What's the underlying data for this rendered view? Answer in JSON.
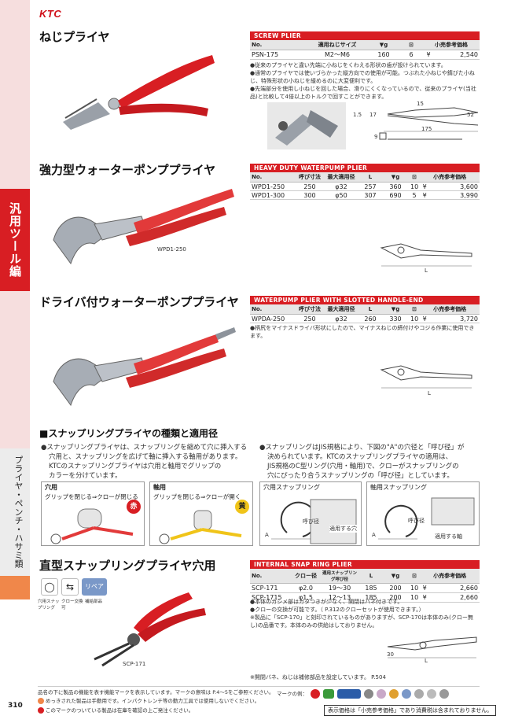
{
  "brand": "KTC",
  "sidebar": {
    "top": "汎用ツール編",
    "mid": "プライヤ・ペンチ・ハサミ類"
  },
  "page_number": "310",
  "sections": [
    {
      "title": "ねじプライヤ",
      "en": "SCREW PLIER",
      "headers": [
        "No.",
        "適用ねじサイズ",
        "g",
        "",
        "小売参考価格"
      ],
      "rows": [
        [
          "PSN-175",
          "M2〜M6",
          "160",
          "6",
          "¥",
          "2,540"
        ]
      ],
      "notes": [
        "●従来のプライヤと違い先端に小ねじをくわえる形状の歯が設けられています。",
        "●通常のプライヤでは使いづらかった縦方向での使用が可能。つぶれた小ねじや錆びた小ねじ、特殊形状の小ねじを緩めるのに大変便利です。",
        "●先端部分を使用し小ねじを回した場合、滑りにくくなっているので、従来のプライヤ(当社品)と比較して4倍以上のトルクで回すことができます。"
      ],
      "dims": [
        "15",
        "52",
        "175",
        "1.5",
        "17",
        "9"
      ]
    },
    {
      "title": "強力型ウォーターポンププライヤ",
      "en": "HEAVY DUTY WATERPUMP PLIER",
      "headers": [
        "No.",
        "呼び寸法",
        "最大適用径",
        "L",
        "g",
        "",
        "小売参考価格"
      ],
      "rows": [
        [
          "WPD1-250",
          "250",
          "φ32",
          "257",
          "360",
          "10",
          "¥",
          "3,600"
        ],
        [
          "WPD1-300",
          "300",
          "φ50",
          "307",
          "690",
          "5",
          "¥",
          "3,990"
        ]
      ],
      "img_label": "WPD1-250",
      "dim": "L"
    },
    {
      "title": "ドライバ付ウォーターポンププライヤ",
      "en": "WATERPUMP PLIER WITH SLOTTED HANDLE-END",
      "headers": [
        "No.",
        "呼び寸法",
        "最大適用径",
        "L",
        "g",
        "",
        "小売参考価格"
      ],
      "rows": [
        [
          "WPDA-250",
          "250",
          "φ32",
          "260",
          "330",
          "10",
          "¥",
          "3,720"
        ]
      ],
      "notes": [
        "●柄尻をマイナスドライバ形状にしたので、マイナスねじの締付けやコジる作業に使用できます。"
      ],
      "dim": "L"
    }
  ],
  "snap": {
    "head": "■スナップリングプライヤの種類と適用径",
    "left_text": [
      "●スナップリングプライヤは、スナップリングを縮めて穴に挿入する",
      "穴用と、スナップリングを広げて軸に挿入する軸用があります。",
      "KTCのスナップリングプライヤは穴用と軸用でグリップの",
      "カラーを分けています。"
    ],
    "right_text": [
      "●スナップリングはJIS規格により、下図の\"A\"の穴径と「呼び径」が",
      "決められています。KTCのスナップリングプライヤの適用は、",
      "JIS規格のC型リング(穴用・軸用)で、クローがスナップリングの",
      "穴にぴったり合うスナップリングの「呼び径」としています。"
    ],
    "kind_hole": {
      "t": "穴用",
      "s": "グリップを閉じる⇒クローが閉じる",
      "badge": "赤"
    },
    "kind_shaft": {
      "t": "軸用",
      "s": "グリップを閉じる⇒クローが開く",
      "badge": "黄"
    },
    "diag_hole": {
      "t": "穴用スナップリング",
      "a": "呼び径",
      "b": "適用する穴",
      "c": "A"
    },
    "diag_shaft": {
      "t": "軸用スナップリング",
      "a": "呼び径",
      "b": "適用する軸",
      "c": "A"
    }
  },
  "internal": {
    "title": "直型スナップリングプライヤ穴用",
    "en": "INTERNAL SNAP RING PLIER",
    "headers": [
      "No.",
      "クロー径",
      "適用スナップリング呼び径",
      "L",
      "g",
      "",
      "小売参考価格"
    ],
    "rows": [
      [
        "SCP-171",
        "φ2.0",
        "19〜30",
        "185",
        "200",
        "10",
        "¥",
        "2,660"
      ],
      [
        "SCP-1715",
        "φ1.5",
        "12〜13",
        "185",
        "200",
        "10",
        "¥",
        "2,660"
      ]
    ],
    "notes": [
      "●本体のカシメ部はガタつきが少なく、開閉はバネ付きです。",
      "●クローの交換が可能です。（ P.312のクローセットが使用できます。）",
      "※製品に「SCP-170」と刻印されているものがありますが、SCP-170は本体のみ(クロー無し)の品番です。本体のみの供給はしておりません。"
    ],
    "img_label": "SCP-171",
    "icons": [
      "穴用スナップリング",
      "クロー交換可",
      "補給部品"
    ],
    "repair": "リペア",
    "dims": [
      "30",
      "L"
    ],
    "bottom_note": "※開閉バネ、ねじは補修部品を設定しています。  P.504"
  },
  "footer": {
    "line1": "品名の下に製品の機能を表す機能マークを表示しています。マークの意味は  P.4〜5をご参照ください。",
    "line2": "めっきされた製品は手動用です。インパクトレンチ等の動力工具では使用しないでください。",
    "line3": "このマークのついている製品は在庫を確認の上ご発注ください。",
    "mark_label": "マークの例：",
    "price_note": "表示価格は「小売参考価格」であり消費税は含まれておりません。"
  },
  "colors": {
    "red": "#d81e23",
    "orange": "#f0874a",
    "grip_red": "#e23a3a",
    "grip_yellow": "#f0c419"
  }
}
